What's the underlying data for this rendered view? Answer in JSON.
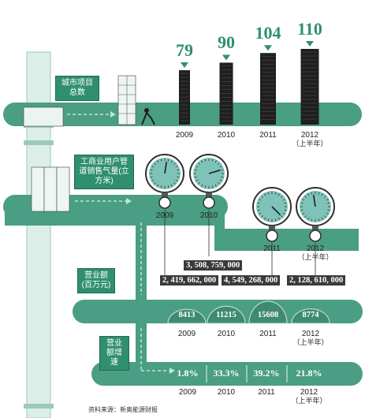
{
  "colors": {
    "pipe": "#4a9e83",
    "pipe_dark": "#2f8f6f",
    "pipe_light": "#cfe7df",
    "building": "#1f1f1f",
    "label_bg": "#3a3a3a",
    "gauge": "#7fc3b8"
  },
  "labels": {
    "projects": "城市项目总数",
    "gas_volume": "工商业用户管道销售气量(立方米)",
    "revenue": "营业额(百万元)",
    "growth": "营业额增速"
  },
  "source": "资料来源：新奥能源财报",
  "chart_data": [
    {
      "type": "bar",
      "title": "城市项目总数",
      "categories": [
        "2009",
        "2010",
        "2011",
        "2012"
      ],
      "category_sub": [
        "",
        "",
        "",
        "（上半年）"
      ],
      "values": [
        79,
        90,
        104,
        110
      ],
      "value_labels": [
        "79",
        "90",
        "104",
        "110"
      ]
    },
    {
      "type": "bar",
      "title": "工商业用户管道销售气量(立方米)",
      "categories": [
        "2009",
        "2010",
        "2011",
        "2012"
      ],
      "category_sub": [
        "",
        "",
        "",
        "（上半年）"
      ],
      "values": [
        2419662000,
        3508759000,
        4549268000,
        2128610000
      ],
      "value_labels": [
        "2, 419, 662, 000",
        "3, 508, 759, 000",
        "4, 549, 268, 000",
        "2, 128, 610, 000"
      ]
    },
    {
      "type": "bar",
      "title": "营业额(百万元)",
      "categories": [
        "2009",
        "2010",
        "2011",
        "2012"
      ],
      "category_sub": [
        "",
        "",
        "",
        "（上半年）"
      ],
      "values": [
        8413,
        11215,
        15608,
        8774
      ],
      "value_labels": [
        "8413",
        "11215",
        "15608",
        "8774"
      ]
    },
    {
      "type": "table",
      "title": "营业额增速",
      "categories": [
        "2009",
        "2010",
        "2011",
        "2012"
      ],
      "category_sub": [
        "",
        "",
        "",
        "（上半年）"
      ],
      "values": [
        1.8,
        33.3,
        39.2,
        21.8
      ],
      "value_labels": [
        "1.8%",
        "33.3%",
        "39.2%",
        "21.8%"
      ]
    }
  ]
}
